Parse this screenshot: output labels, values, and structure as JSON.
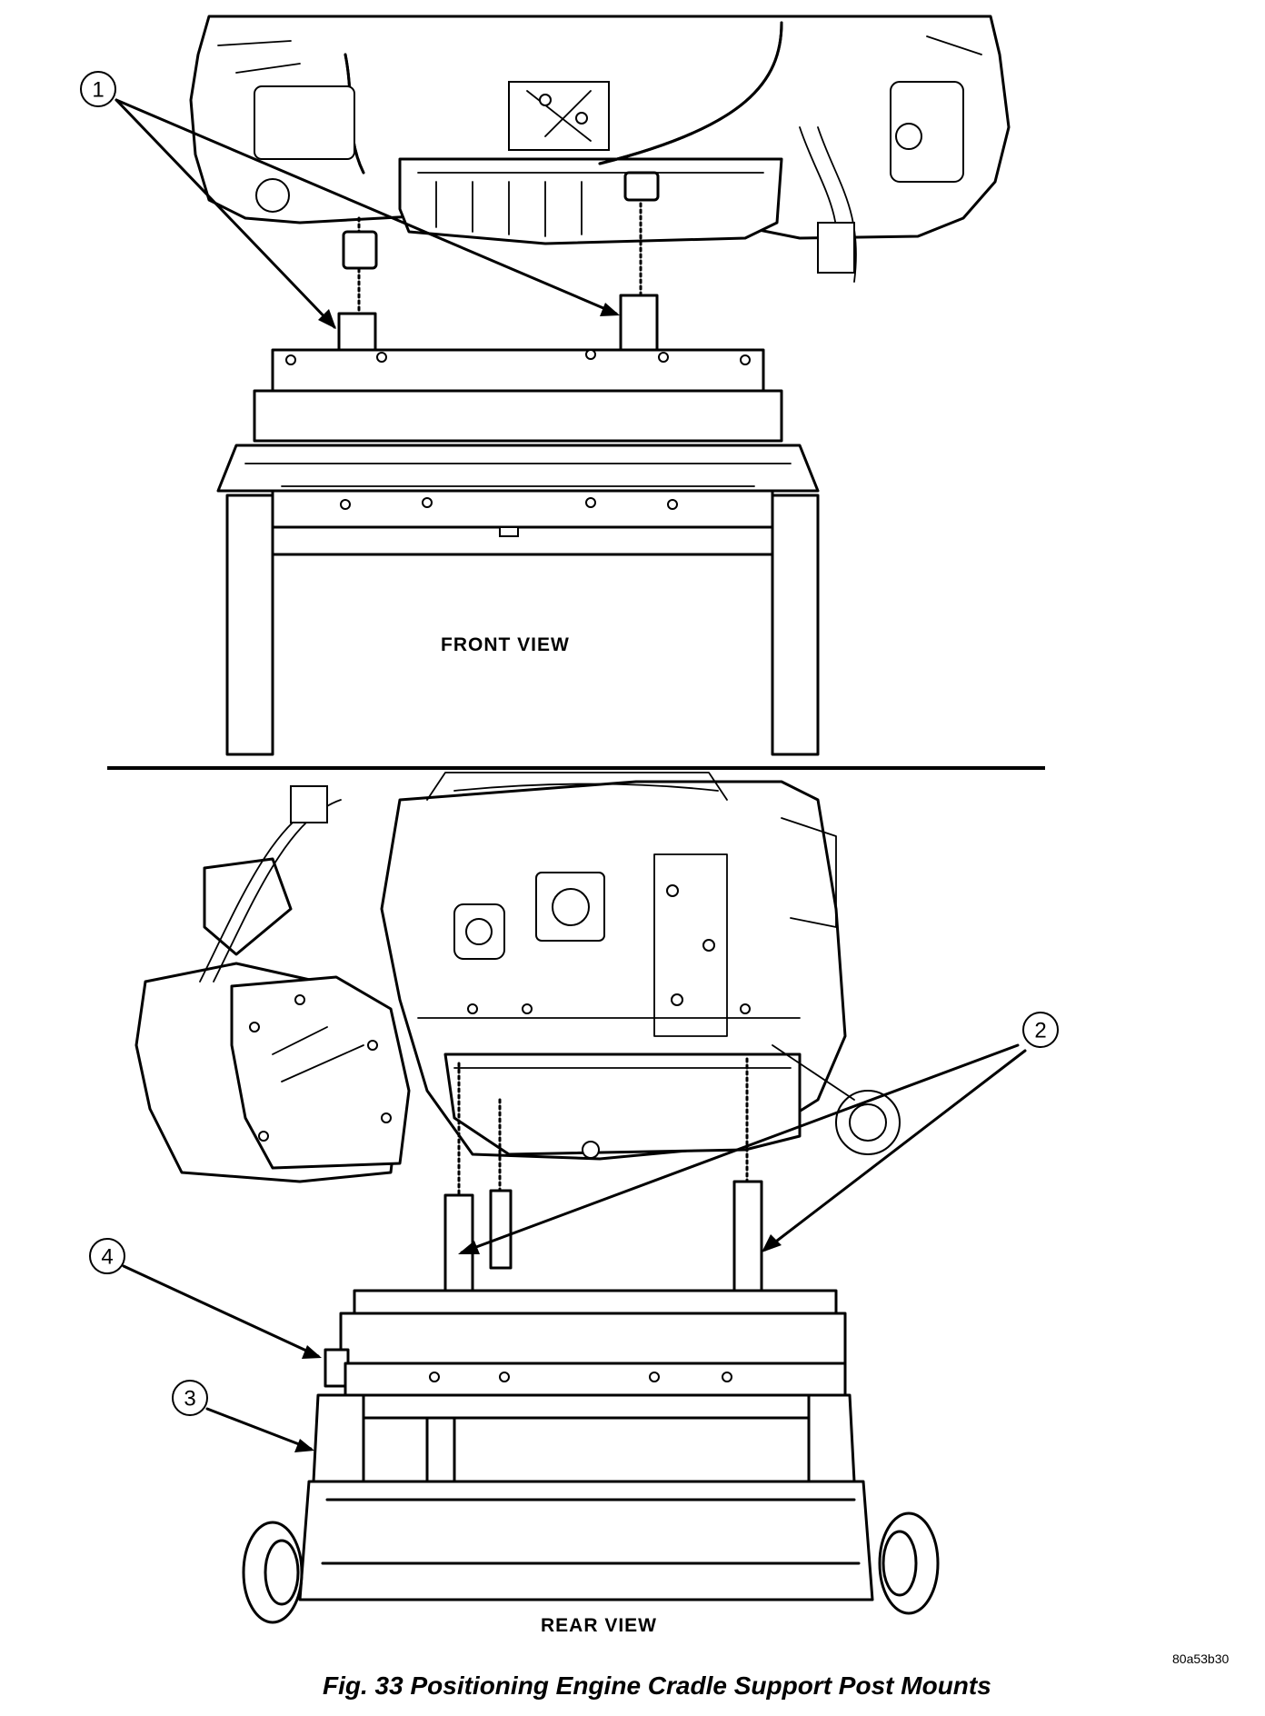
{
  "figure": {
    "front_view_label": "FRONT VIEW",
    "rear_view_label": "REAR VIEW",
    "caption": "Fig. 33 Positioning Engine Cradle Support Post Mounts",
    "image_code": "80a53b30",
    "callouts": [
      {
        "number": "1",
        "target": "front-support-posts"
      },
      {
        "number": "2",
        "target": "rear-support-posts"
      },
      {
        "number": "3",
        "target": "cradle-frame"
      },
      {
        "number": "4",
        "target": "cradle-crossbar"
      }
    ]
  }
}
